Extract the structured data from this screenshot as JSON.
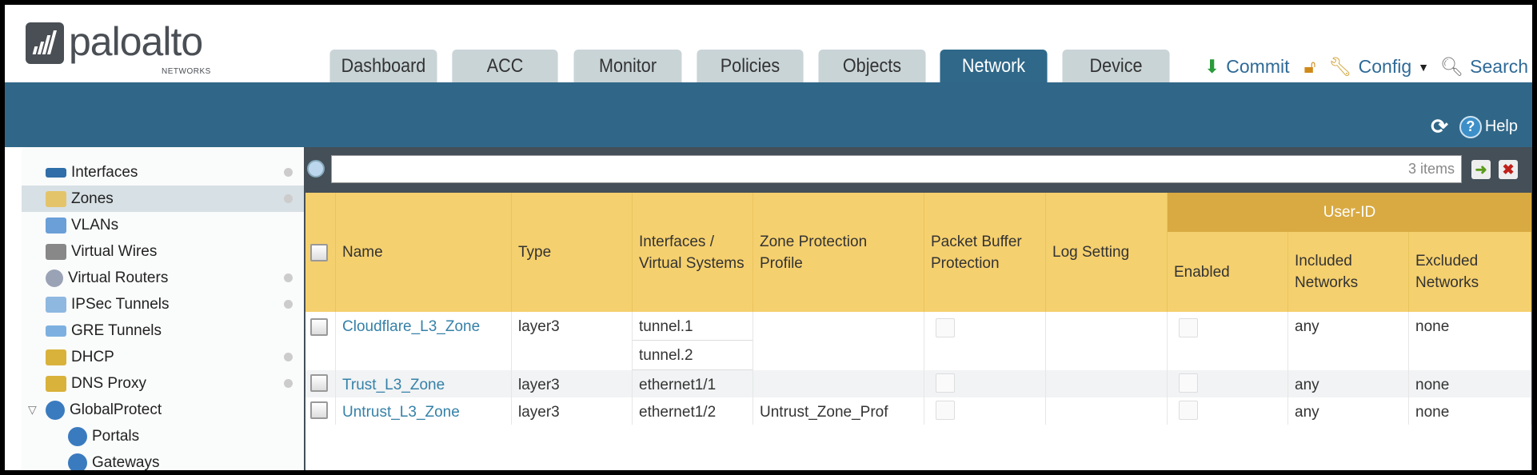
{
  "brand": {
    "name": "paloalto",
    "sub": "NETWORKS"
  },
  "tabs": [
    {
      "label": "Dashboard"
    },
    {
      "label": "ACC"
    },
    {
      "label": "Monitor"
    },
    {
      "label": "Policies"
    },
    {
      "label": "Objects"
    },
    {
      "label": "Network",
      "active": true
    },
    {
      "label": "Device"
    }
  ],
  "actions": {
    "commit": "Commit",
    "config": "Config",
    "search": "Search",
    "help": "Help"
  },
  "sidebar": {
    "items": [
      {
        "label": "Interfaces",
        "icon": "interfaces-icon",
        "dot": true
      },
      {
        "label": "Zones",
        "icon": "zones-icon",
        "dot": true,
        "selected": true
      },
      {
        "label": "VLANs",
        "icon": "vlans-icon"
      },
      {
        "label": "Virtual Wires",
        "icon": "virtual-wires-icon"
      },
      {
        "label": "Virtual Routers",
        "icon": "virtual-routers-icon",
        "dot": true
      },
      {
        "label": "IPSec Tunnels",
        "icon": "ipsec-tunnels-icon",
        "dot": true
      },
      {
        "label": "GRE Tunnels",
        "icon": "gre-tunnels-icon"
      },
      {
        "label": "DHCP",
        "icon": "dhcp-icon",
        "dot": true
      },
      {
        "label": "DNS Proxy",
        "icon": "dns-proxy-icon",
        "dot": true
      },
      {
        "label": "GlobalProtect",
        "icon": "globalprotect-icon",
        "expanded": true
      },
      {
        "label": "Portals",
        "icon": "portals-icon",
        "child": true
      },
      {
        "label": "Gateways",
        "icon": "gateways-icon",
        "child": true
      }
    ]
  },
  "search": {
    "value": "",
    "count": "3 items"
  },
  "table": {
    "group_header": "User-ID",
    "headers": [
      "Name",
      "Type",
      "Interfaces / Virtual Systems",
      "Zone Protection Profile",
      "Packet Buffer Protection",
      "Log Setting",
      "Enabled",
      "Included Networks",
      "Excluded Networks"
    ],
    "rows": [
      {
        "name": "Cloudflare_L3_Zone",
        "type": "layer3",
        "interfaces": [
          "tunnel.1",
          "tunnel.2"
        ],
        "zpp": "",
        "log": "",
        "included": "any",
        "excluded": "none"
      },
      {
        "name": "Trust_L3_Zone",
        "type": "layer3",
        "interfaces": [
          "ethernet1/1"
        ],
        "zpp": "",
        "log": "",
        "included": "any",
        "excluded": "none"
      },
      {
        "name": "Untrust_L3_Zone",
        "type": "layer3",
        "interfaces": [
          "ethernet1/2"
        ],
        "zpp": "Untrust_Zone_Prof",
        "log": "",
        "included": "any",
        "excluded": "none"
      }
    ]
  },
  "colors": {
    "accent": "#306788",
    "header": "#f5d06e",
    "group": "#d9aa42",
    "link": "#3581a8"
  }
}
